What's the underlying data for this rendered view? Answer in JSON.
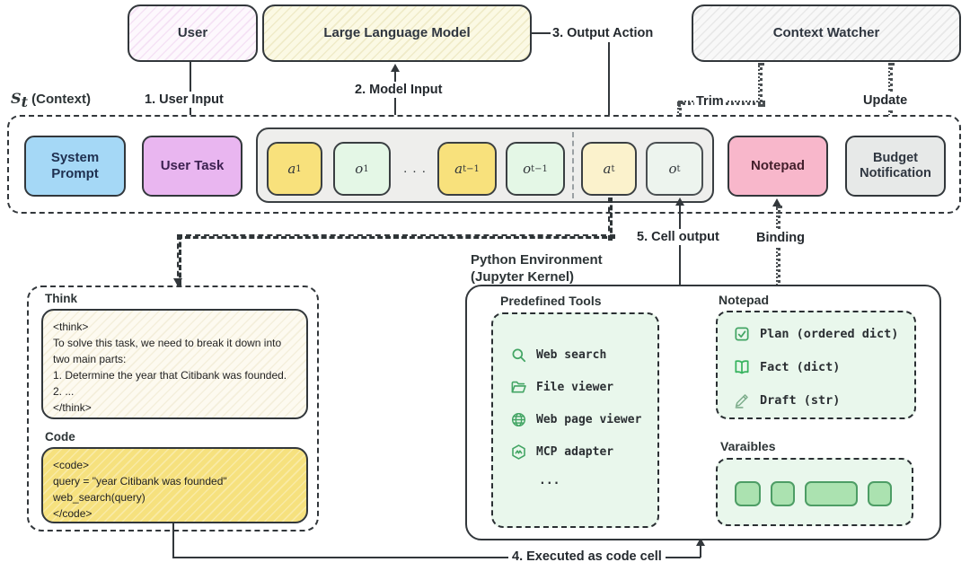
{
  "top": {
    "user": "User",
    "llm": "Large Language Model",
    "context_watcher": "Context Watcher"
  },
  "edges": {
    "user_input": "1. User Input",
    "model_input": "2. Model Input",
    "output_action": "3. Output Action",
    "executed_as_code_cell": "4. Executed as code cell",
    "cell_output": "5. Cell output",
    "trim": "Trim",
    "update": "Update",
    "binding": "Binding"
  },
  "context": {
    "label_s": "S",
    "label_sub": "t",
    "label_rest": " (Context)",
    "system_prompt": "System Prompt",
    "user_task": "User Task",
    "ellipsis": ". . .",
    "tokens": [
      {
        "base": "a",
        "sub": "1"
      },
      {
        "base": "o",
        "sub": "1"
      },
      {
        "base": "a",
        "sub": "t−1"
      },
      {
        "base": "o",
        "sub": "t−1"
      },
      {
        "base": "a",
        "sub": "t"
      },
      {
        "base": "o",
        "sub": "t"
      }
    ],
    "notepad": "Notepad",
    "budget_notification": "Budget Notification"
  },
  "agent_output": {
    "think_label": "Think",
    "think_text": "<think>\nTo solve this task, we need to break it down into two main parts:\n1. Determine the year that Citibank was founded.\n2. ...\n</think>",
    "code_label": "Code",
    "code_text": "<code>\nquery = \"year Citibank was founded\"\nweb_search(query)\n</code>"
  },
  "environment": {
    "label_line1": "Python Environment",
    "label_line2": "(Jupyter Kernel)",
    "tools_title": "Predefined Tools",
    "tools": [
      {
        "icon": "search-icon",
        "label": "Web search"
      },
      {
        "icon": "folder-icon",
        "label": "File viewer"
      },
      {
        "icon": "globe-icon",
        "label": "Web page viewer"
      },
      {
        "icon": "mcp-icon",
        "label": "MCP adapter"
      }
    ],
    "tools_more": "...",
    "notepad_title": "Notepad",
    "notepad_items": [
      {
        "icon": "checkbox-icon",
        "label": "Plan (ordered dict)"
      },
      {
        "icon": "book-icon",
        "label": "Fact (dict)"
      },
      {
        "icon": "pencil-icon",
        "label": "Draft (str)"
      }
    ],
    "variables_title": "Varaibles",
    "variable_blocks": [
      "small",
      "small",
      "wide",
      "small"
    ]
  },
  "colors": {
    "system_prompt": "#a5d8f6",
    "user_task": "#e9b6f0",
    "action_token": "#f8e17c",
    "observation_token": "#e4f7e6",
    "current_action_token": "#fbf2cc",
    "current_observation_token": "#edf4ee",
    "notepad": "#f8b7cb",
    "budget_notification": "#e7e9e8",
    "code_block": "#f6e17e",
    "env_panel": "#e9f7ec",
    "variable_block": "#abe2b0",
    "icon_green": "#43a564",
    "line_dark": "#32373b"
  }
}
